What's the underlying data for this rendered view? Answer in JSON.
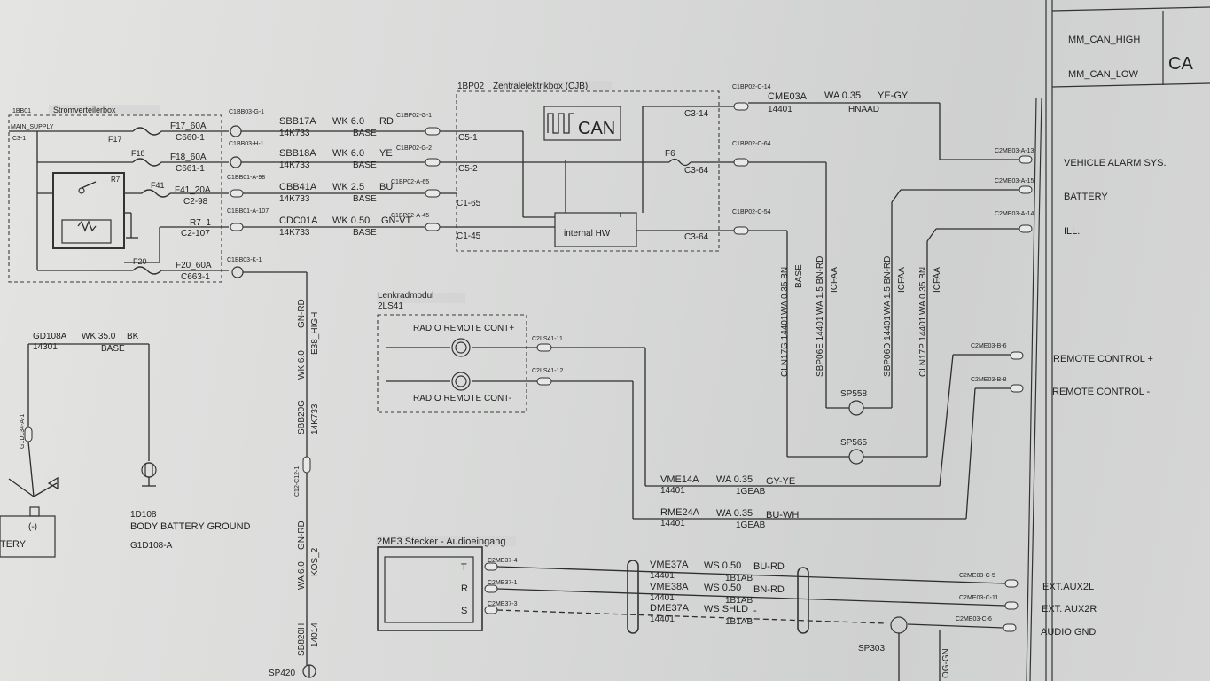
{
  "right_panel": {
    "mm_can_high": "MM_CAN_HIGH",
    "mm_can_low": "MM_CAN_LOW",
    "ca": "CA",
    "vehicle_alarm": "VEHICLE ALARM SYS.",
    "battery": "BATTERY",
    "ill": "ILL.",
    "remote_plus": "REMOTE CONTROL +",
    "remote_minus": "REMOTE CONTROL -",
    "ext_aux2l": "EXT.AUX2L",
    "ext_aux2r": "EXT. AUX2R",
    "audio_gnd": "AUDIO GND"
  },
  "right_connectors": {
    "a13": "C2ME03-A-13",
    "a15": "C2ME03-A-15",
    "a14": "C2ME03-A-14",
    "b6": "C2ME03-B-6",
    "b8": "C2ME03-B-8",
    "c5": "C2ME03-C-5",
    "c11": "C2ME03-C-11",
    "c6": "C2ME03-C-6"
  },
  "box_1bb01": {
    "id": "1BB01",
    "name": "Stromverteilerbox",
    "main_supply": "MAIN_SUPPLY",
    "c31": "C3-1",
    "f17": "F17",
    "f18": "F18",
    "f41": "F41",
    "f20": "F20",
    "r7": "R7",
    "f17_label": "F17_60A",
    "c660": "C660-1",
    "f18_label": "F18_60A",
    "c661": "C661-1",
    "f41_label": "F41_20A",
    "c298": "C2-98",
    "r71": "R7_1",
    "c2107": "C2-107",
    "f20_label": "F20_60A",
    "c663": "C663-1"
  },
  "wires_left": {
    "g1": "C1BB03-G-1",
    "sbb17a": "SBB17A",
    "wk60a": "WK 6.0",
    "rd": "RD",
    "k14a": "14K733",
    "base1": "BASE",
    "h1": "C1BB03-H-1",
    "sbb18a": "SBB18A",
    "wk60b": "WK 6.0",
    "ye": "YE",
    "k14b": "14K733",
    "base2": "BASE",
    "a98": "C1BB01-A-98",
    "cbb41a": "CBB41A",
    "wk25": "WK 2.5",
    "bu": "BU",
    "k14c": "14K733",
    "base3": "BASE",
    "a107": "C1BB01-A-107",
    "cdc01a": "CDC01A",
    "wk050": "WK 0.50",
    "gnvt": "GN-VT",
    "k14d": "14K733",
    "base4": "BASE",
    "k1": "C1BB03-K-1"
  },
  "box_1bp02": {
    "id": "1BP02",
    "name": "Zentralelektrikbox (CJB)",
    "can": "CAN",
    "internal": "internal HW",
    "f6": "F6",
    "g1": "C1BP02-G-1",
    "g2": "C1BP02-G-2",
    "a65": "C1BP02-A-65",
    "a45": "C1BP02-A-45",
    "c51": "C5-1",
    "c52": "C5-2",
    "c165": "C1-65",
    "c145": "C1-45",
    "c314": "C3-14",
    "c364a": "C3-64",
    "c364b": "C3-64"
  },
  "cjb_out": {
    "c14": "C1BP02-C-14",
    "c64": "C1BP02-C-64",
    "c54": "C1BP02-C-54",
    "cme03a": "CME03A",
    "wa035": "WA  0.35",
    "yegy": "YE-GY",
    "n14401": "14401",
    "hnaad": "HNAAD"
  },
  "verticals": {
    "v1a": "WA 0.35  BN",
    "v1b": "CLN17G  14401",
    "v1c": "BASE",
    "v2a": "WA 1.5  BN-RD",
    "v2b": "SBP06E  14401",
    "v2c": "ICFAA",
    "v3a": "WA 1.5  BN-RD",
    "v3b": "SBP06D  14401",
    "v3c": "ICFAA",
    "v4a": "WA 0.35  BN",
    "v4b": "CLN17P  14401",
    "v4c": "ICFAA",
    "sp558": "SP558",
    "sp565": "SP565"
  },
  "lenkrad": {
    "title": "Lenkradmodul",
    "id": "2LS41",
    "plus": "RADIO REMOTE CONT+",
    "minus": "RADIO REMOTE CONT-",
    "c11": "C2LS41-11",
    "c12": "C2LS41-12"
  },
  "remote_wires": {
    "vme14a": "VME14A",
    "wa035a": "WA  0.35",
    "gyye": "GY-YE",
    "n1": "14401",
    "i1": "1GEAB",
    "rme24a": "RME24A",
    "wa035b": "WA  0.35",
    "buwh": "BU-WH",
    "n2": "14401",
    "i2": "1GEAB"
  },
  "ground": {
    "gd108a": "GD108A",
    "wk350": "WK  35.0",
    "bk": "BK",
    "n14301": "14301",
    "base": "BASE",
    "g1d": "G1D134-A-1",
    "minus": "(-)",
    "tery": "TERY",
    "d108": "1D108",
    "body": "BODY BATTERY GROUND",
    "g1d108": "G1D108-A"
  },
  "left_vertical": {
    "gnrd": "GN-RD",
    "wk60": "WK 6.0",
    "e38": "E38_HIGH",
    "sbb20g": "SBB20G",
    "k733": "14K733",
    "c12": "C12-C12-1",
    "gnrd2": "GN-RD",
    "wa60": "WA 6.0",
    "kos": "KOS_2",
    "sb820h": "SB820H",
    "n14014": "14014",
    "sp420": "SP420"
  },
  "audio": {
    "title": "2ME3 Stecker - Audioeingang",
    "t": "T",
    "r": "R",
    "s": "S",
    "c4": "C2ME37-4",
    "c1": "C2ME37-1",
    "c3": "C2ME37-3",
    "vme37a": "VME37A",
    "ws050a": "WS  0.50",
    "burd": "BU-RD",
    "n1": "14401",
    "i1": "1B1AB",
    "vme38a": "VME38A",
    "ws050b": "WS  0.50",
    "bnrd": "BN-RD",
    "n2": "14401",
    "i2": "1B1AB",
    "dme37a": "DME37A",
    "wsshld": "WS  SHLD",
    "dash": "-",
    "n3": "14401",
    "i3": "1B1AB",
    "sp303": "SP303",
    "oggn": "OG-GN"
  },
  "colors": {
    "paper": "#dcdcdc",
    "ink": "#2e2e2e"
  }
}
